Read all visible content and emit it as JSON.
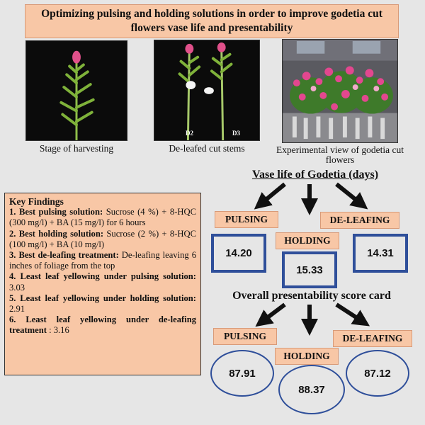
{
  "title": "Optimizing pulsing and holding solutions in order to improve godetia cut flowers vase life and presentability",
  "photos": [
    {
      "caption": "Stage of harvesting"
    },
    {
      "caption": "De-leafed cut stems",
      "stem_labels": [
        "D2",
        "D3"
      ]
    },
    {
      "caption": "Experimental view of godetia cut flowers"
    }
  ],
  "findings": {
    "heading": "Key Findings",
    "items": [
      {
        "label": "1. Best pulsing solution:",
        "text": " Sucrose (4 %) + 8-HQC (300 mg/l) + BA (15 mg/l) for 6 hours"
      },
      {
        "label": "2. Best holding solution:",
        "text": " Sucrose (2 %) + 8-HQC (100 mg/l) + BA (10 mg/l)"
      },
      {
        "label": "3. Best de-leafing treatment:",
        "text": " De-leafing leaving 6 inches of foliage from the top"
      },
      {
        "label": "4. Least leaf yellowing under pulsing solution:",
        "text": " 3.03"
      },
      {
        "label": "5. Least leaf yellowing under holding solution:",
        "text": " 2.91"
      },
      {
        "label": "6. Least leaf yellowing under de-leafing treatment",
        "text": " : 3.16"
      }
    ]
  },
  "vase_life": {
    "heading": "Vase life of Godetia (days)",
    "pulsing": {
      "label": "PULSING",
      "value": "14.20"
    },
    "holding": {
      "label": "HOLDING",
      "value": "15.33"
    },
    "deleafing": {
      "label": "DE-LEAFING",
      "value": "14.31"
    }
  },
  "presentability": {
    "heading": "Overall presentability score card",
    "pulsing": {
      "label": "PULSING",
      "value": "87.91"
    },
    "holding": {
      "label": "HOLDING",
      "value": "88.37"
    },
    "deleafing": {
      "label": "DE-LEAFING",
      "value": "87.12"
    }
  },
  "colors": {
    "box_fill": "#f8c7a6",
    "blue": "#2f4f9a",
    "background": "#e6e6e6"
  }
}
